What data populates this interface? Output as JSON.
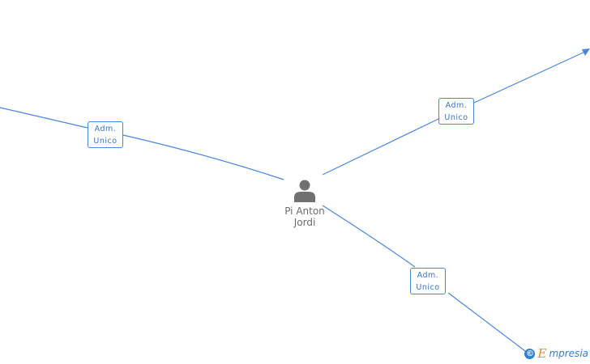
{
  "person": {
    "name_line1": "Pi Anton",
    "name_line2": "Jordi",
    "icon": "person-icon"
  },
  "relations": [
    {
      "line1": "Adm.",
      "line2": "Unico"
    },
    {
      "line1": "Adm.",
      "line2": "Unico"
    },
    {
      "line1": "Adm.",
      "line2": "Unico"
    }
  ],
  "brand": {
    "copyright_symbol": "©",
    "logo_letter": "E",
    "name": "mpresia"
  },
  "colors": {
    "edge": "#4a86d8",
    "label": "#3a73c6",
    "person": "#707070",
    "brand_orange": "#f0891e",
    "brand_blue": "#2f7fd1"
  }
}
